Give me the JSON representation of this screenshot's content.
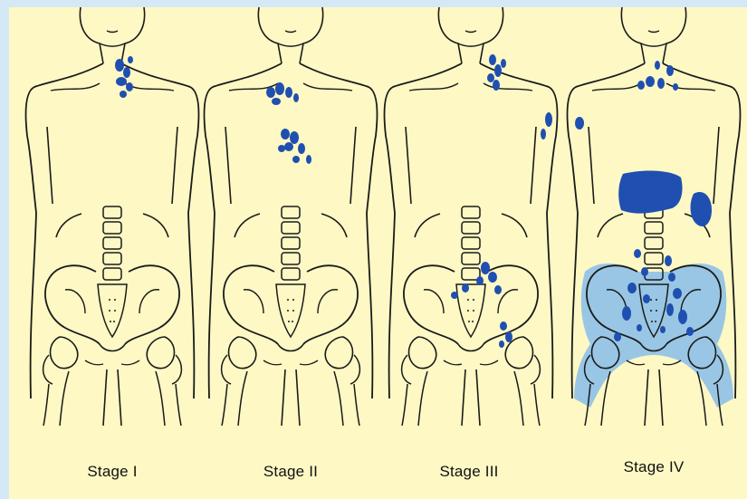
{
  "figure": {
    "stages": [
      {
        "label": "Stage I"
      },
      {
        "label": "Stage II"
      },
      {
        "label": "Stage III"
      },
      {
        "label": "Stage IV"
      }
    ]
  },
  "colors": {
    "background": "#d5e8f5",
    "panel": "#fdf8c4",
    "outline": "#1a1a1a",
    "lymph_node": "#1f4fb0",
    "stage_iv_fill": "#8ec0e8"
  }
}
